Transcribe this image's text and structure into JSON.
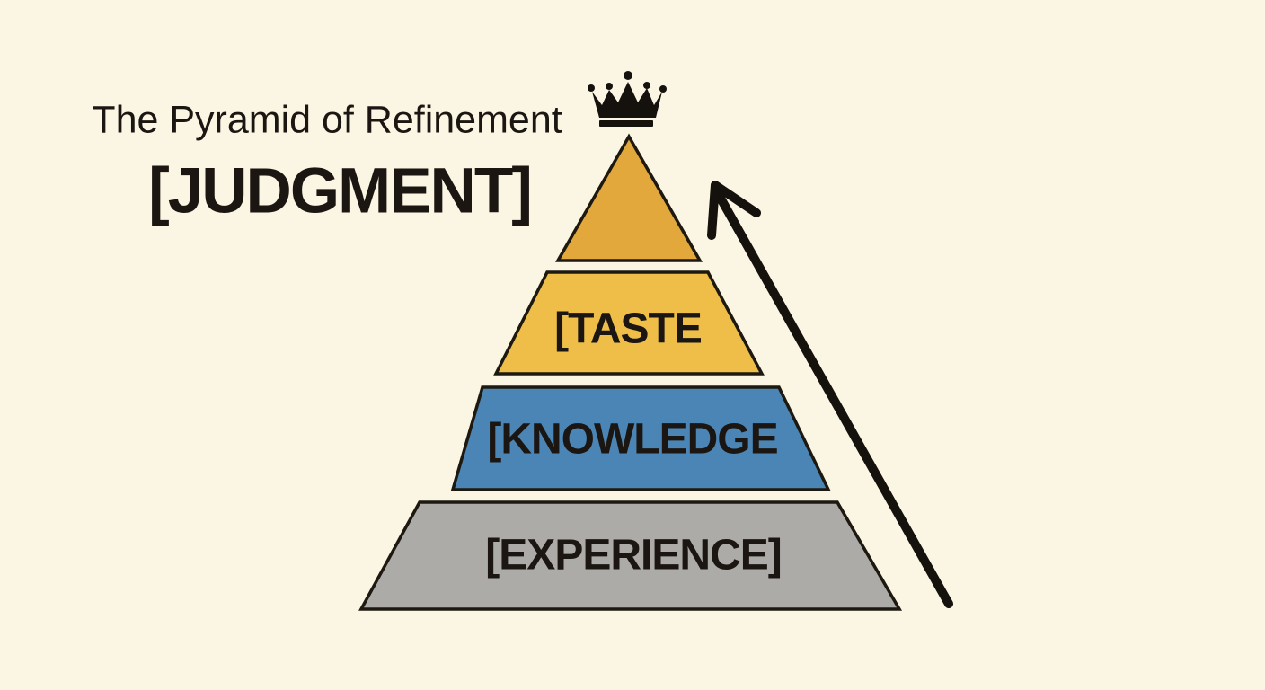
{
  "page": {
    "background_color": "#FBF6E3",
    "ink_color": "#1B1611"
  },
  "header": {
    "title": "The Pyramid of Refinement"
  },
  "pyramid": {
    "type": "pyramid-diagram",
    "levels": [
      {
        "id": "judgment",
        "label": "[JUDGMENT]",
        "color": "#E2A83C"
      },
      {
        "id": "taste",
        "label": "[TASTE",
        "color": "#EEBE49"
      },
      {
        "id": "knowledge",
        "label": "[KNOWLEDGE",
        "color": "#4A85B5"
      },
      {
        "id": "experience",
        "label": "[EXPERIENCE]",
        "color": "#ACABA8"
      }
    ]
  },
  "icons": {
    "crown": {
      "color": "#15110D"
    }
  },
  "arrow": {
    "direction": "up-along-right-side",
    "color": "#15110D"
  }
}
